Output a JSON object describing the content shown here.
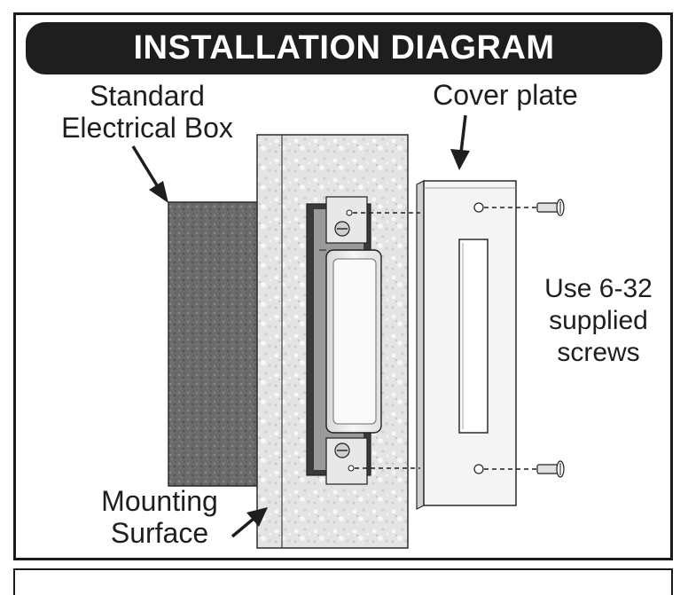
{
  "title": "INSTALLATION DIAGRAM",
  "labels": {
    "box_line1": "Standard",
    "box_line2": "Electrical Box",
    "cover": "Cover plate",
    "screws_line1": "Use 6-32",
    "screws_line2": "supplied",
    "screws_line3": "screws",
    "mount_line1": "Mounting",
    "mount_line2": "Surface"
  },
  "colors": {
    "ink": "#1e1e1e",
    "box_fill": "#6a6a6a",
    "surface_fill": "#e6e6e6",
    "plate_fill": "#f4f4f4"
  }
}
